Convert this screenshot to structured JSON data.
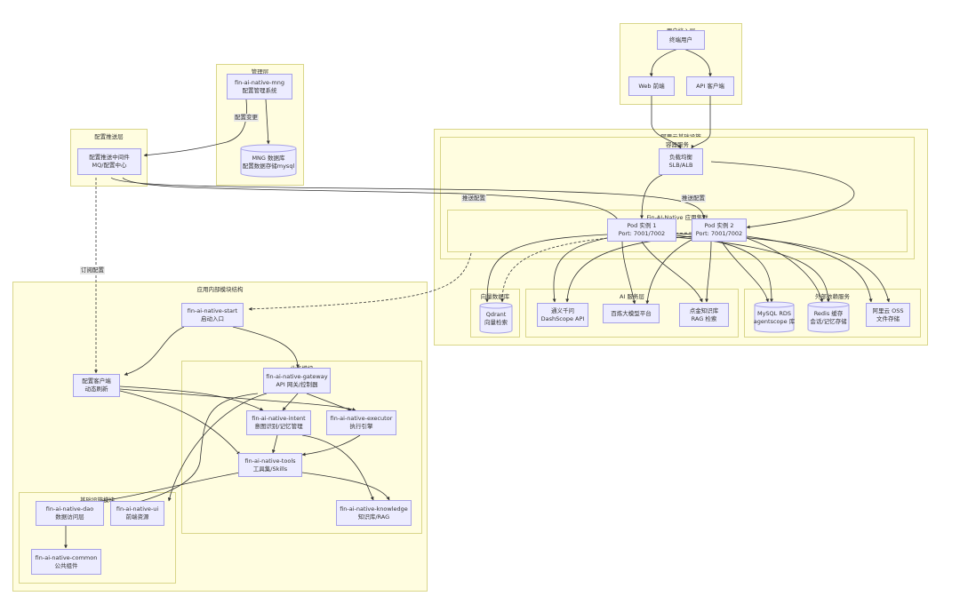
{
  "groups": {
    "user_layer": "用户接入层",
    "mgmt_layer": "管理层",
    "config_push_layer": "配置推送层",
    "aliyun_infra": "阿里云基础设施",
    "container_service": "容器服务",
    "app_cluster": "Fin-AI-Native 应用集群",
    "vector_db": "向量数据库",
    "ai_service": "AI 服务层",
    "external_service": "外部依赖服务",
    "app_internal": "应用内部模块结构",
    "business_module": "业务模块",
    "infra_module": "基础设施模块"
  },
  "nodes": {
    "terminal_user": [
      "终端用户"
    ],
    "web_frontend": [
      "Web 前端"
    ],
    "api_client": [
      "API 客户端"
    ],
    "mng": [
      "fin-ai-native-mng",
      "配置管理系统"
    ],
    "mng_db": [
      "MNG 数据库",
      "配置数据存储mysql"
    ],
    "config_mq": [
      "配置推送中间件",
      "MQ/配置中心"
    ],
    "lb": [
      "负载均衡",
      "SLB/ALB"
    ],
    "pod1": [
      "Pod 实例 1",
      "Port: 7001/7002"
    ],
    "pod2": [
      "Pod 实例 2",
      "Port: 7001/7002"
    ],
    "qdrant": [
      "Qdrant",
      "向量检索"
    ],
    "tongyi": [
      "通义千问",
      "DashScope API"
    ],
    "bailian": [
      "百炼大模型平台"
    ],
    "dianjin": [
      "点金知识库",
      "RAG 检索"
    ],
    "mysql": [
      "MySQL RDS",
      "agentscope 库"
    ],
    "redis": [
      "Redis 缓存",
      "会话/记忆存储"
    ],
    "oss": [
      "阿里云 OSS",
      "文件存储"
    ],
    "start": [
      "fin-ai-native-start",
      "启动入口"
    ],
    "config_client": [
      "配置客户端",
      "动态刷新"
    ],
    "gateway": [
      "fin-ai-native-gateway",
      "API 网关/控制器"
    ],
    "intent": [
      "fin-ai-native-intent",
      "意图识别/记忆管理"
    ],
    "executor": [
      "fin-ai-native-executor",
      "执行引擎"
    ],
    "tools": [
      "fin-ai-native-tools",
      "工具集/Skills"
    ],
    "knowledge": [
      "fin-ai-native-knowledge",
      "知识库/RAG"
    ],
    "dao": [
      "fin-ai-native-dao",
      "数据访问层"
    ],
    "ui": [
      "fin-ai-native-ui",
      "前端资源"
    ],
    "common": [
      "fin-ai-native-common",
      "公共组件"
    ]
  },
  "edge_labels": {
    "config_change": "配置变更",
    "push_config_1": "推送配置",
    "push_config_2": "推送配置",
    "subscribe_config": "订阅配置"
  },
  "colors": {
    "group_fill": "#fffde0",
    "group_border": "#d9d68a",
    "node_fill": "#ececff",
    "node_border": "#a7a2e6",
    "edge": "#333333"
  }
}
